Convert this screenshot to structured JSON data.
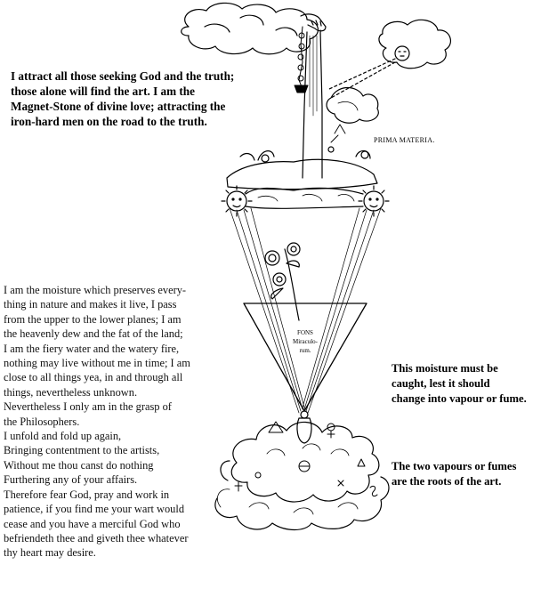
{
  "quote_top": {
    "lines": [
      "I attract all those seeking God and the truth;",
      "those alone will find the art. I am the",
      "Magnet-Stone of divine love; attracting the",
      "iron-hard men on the road to the truth."
    ]
  },
  "illustration": {
    "label_prima_materia": "PRIMA MATERIA.",
    "triangle_inscription": [
      "FONS",
      "Miraculo-",
      "rum."
    ]
  },
  "poem": {
    "lines": [
      "I am the moisture which preserves every-",
      "thing in nature and makes it live, I pass",
      "from the upper to the lower planes; I am",
      "the heavenly dew and the fat of the land;",
      "I am the fiery water and the watery fire,",
      "nothing may live without me in time; I am",
      "close to all things yea, in and through all",
      "things, nevertheless unknown.",
      "Nevertheless I only am in the grasp of",
      "the Philosophers.",
      "I unfold and fold up again,",
      "Bringing contentment to the artists,",
      "Without me thou canst do nothing",
      "Furthering any of your affairs.",
      "Therefore fear God, pray and work in",
      "patience, if you find me your wart would",
      "cease and you have a merciful God who",
      "befriendeth thee and giveth thee whatever",
      "thy heart may desire."
    ]
  },
  "note_moisture": {
    "lines": [
      "This moisture must be",
      "caught, lest it should",
      "change into vapour or fume."
    ]
  },
  "note_vapours": {
    "lines": [
      "The two vapours or fumes",
      "are the roots of the art."
    ]
  }
}
